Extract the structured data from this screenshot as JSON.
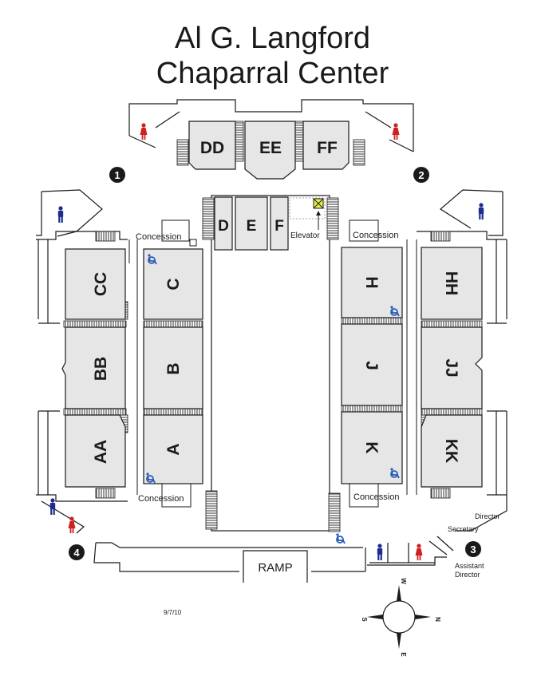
{
  "title": {
    "line1": "Al G. Langford",
    "line2": "Chaparral Center"
  },
  "sections_north": [
    "DD",
    "EE",
    "FF"
  ],
  "sections_inner_north": [
    "D",
    "E",
    "F"
  ],
  "sections_west_outer": [
    "CC",
    "BB",
    "AA"
  ],
  "sections_west_inner": [
    "C",
    "B",
    "A"
  ],
  "sections_east_inner": [
    "H",
    "J",
    "K"
  ],
  "sections_east_outer": [
    "HH",
    "JJ",
    "KK"
  ],
  "labels": {
    "concession": "Concession",
    "elevator": "Elevator",
    "ramp": "RAMP",
    "director": "Director",
    "secretary": "Secretary",
    "assistant_director_1": "Assistant",
    "assistant_director_2": "Director",
    "date": "9/7/10"
  },
  "entrances": [
    "1",
    "2",
    "3",
    "4"
  ],
  "compass": {
    "top": "W",
    "right": "N",
    "bottom": "E",
    "left": "S"
  },
  "colors": {
    "section_fill": "#e6e6e6",
    "men_icon": "#1f2b8f",
    "women_icon": "#d0201f",
    "accessible_icon": "#2a5bb8",
    "elevator_fill": "#e6ef4a"
  }
}
